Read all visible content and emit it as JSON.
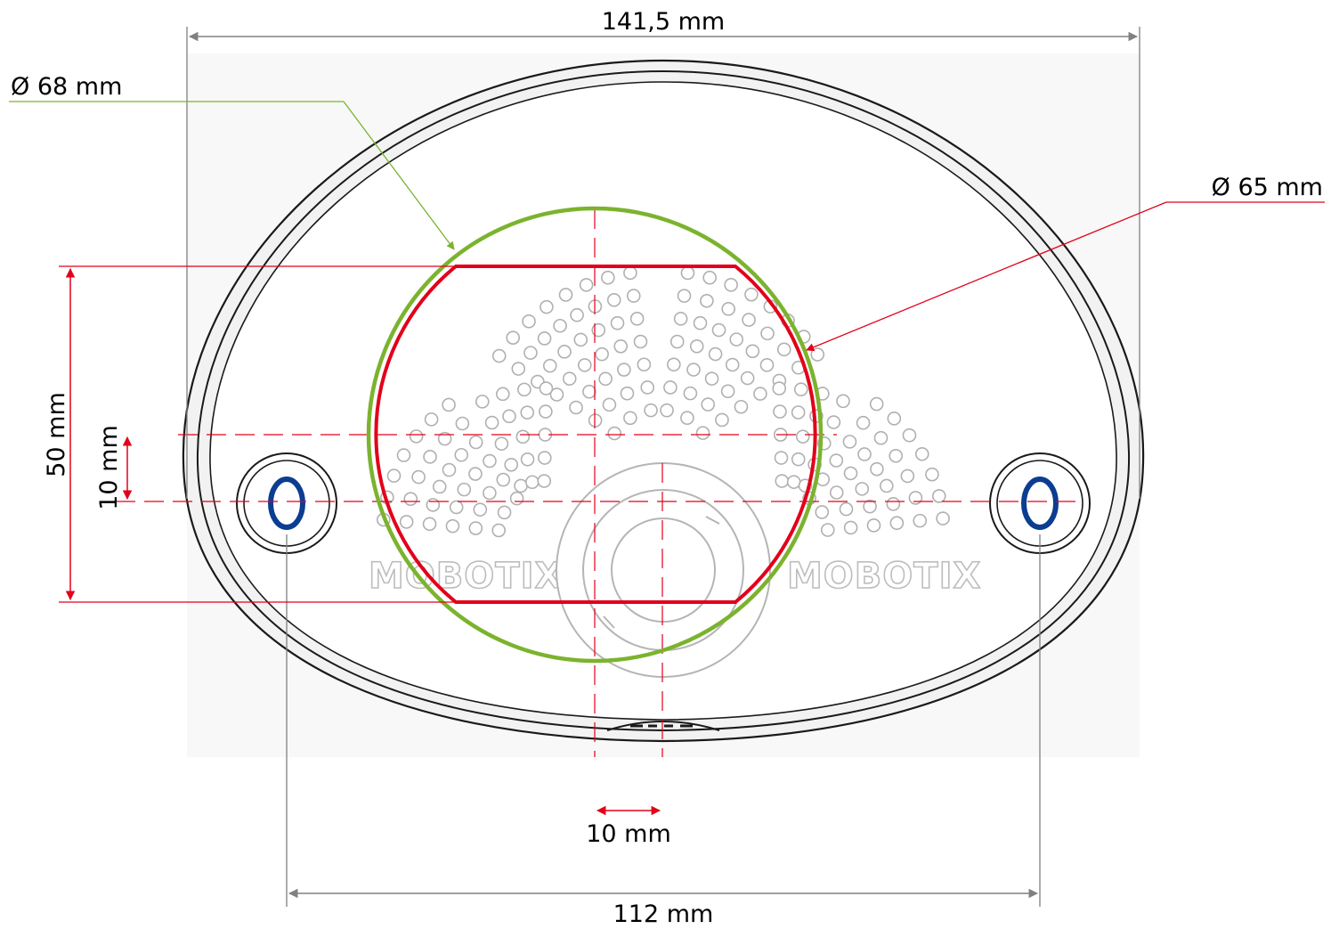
{
  "dimensions": {
    "overall_width": "141,5 mm",
    "outer_diameter": "Ø 68 mm",
    "inner_diameter": "Ø 65 mm",
    "height": "50 mm",
    "vertical_offset": "10 mm",
    "horizontal_offset": "10 mm",
    "hole_spacing": "112 mm"
  },
  "branding": {
    "left_logo": "MOBOTIX",
    "right_logo": "MOBOTIX"
  },
  "colors": {
    "green_circle": "#7bb32e",
    "red_outline": "#e2001a",
    "blue_hole": "#0b3d91",
    "dimension_line": "#808080",
    "housing_outline": "#1a1a1a",
    "housing_fill": "#f6f6f6",
    "perforation": "#b0b0b0"
  }
}
